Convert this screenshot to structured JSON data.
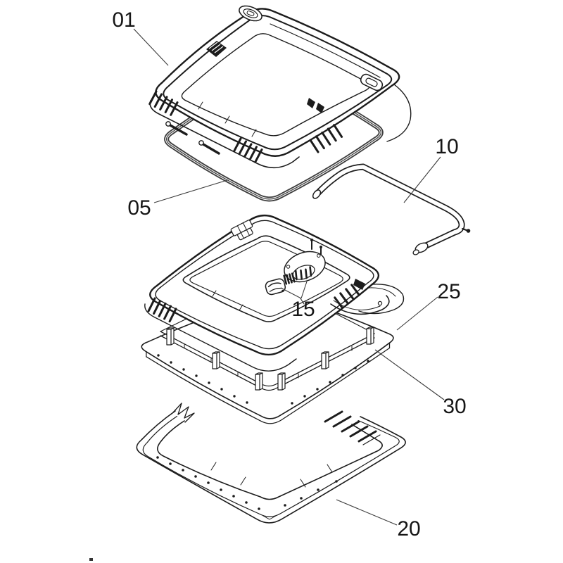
{
  "diagram": {
    "kind": "exploded-parts-line-drawing",
    "background_color": "#ffffff",
    "line_color": "#1c1c1c",
    "seal_band_color": "#3d3d3d",
    "labels": [
      {
        "text": "01"
      },
      {
        "text": "05"
      },
      {
        "text": "10"
      },
      {
        "text": "15"
      },
      {
        "text": "25"
      },
      {
        "text": "30"
      },
      {
        "text": "20"
      }
    ]
  }
}
